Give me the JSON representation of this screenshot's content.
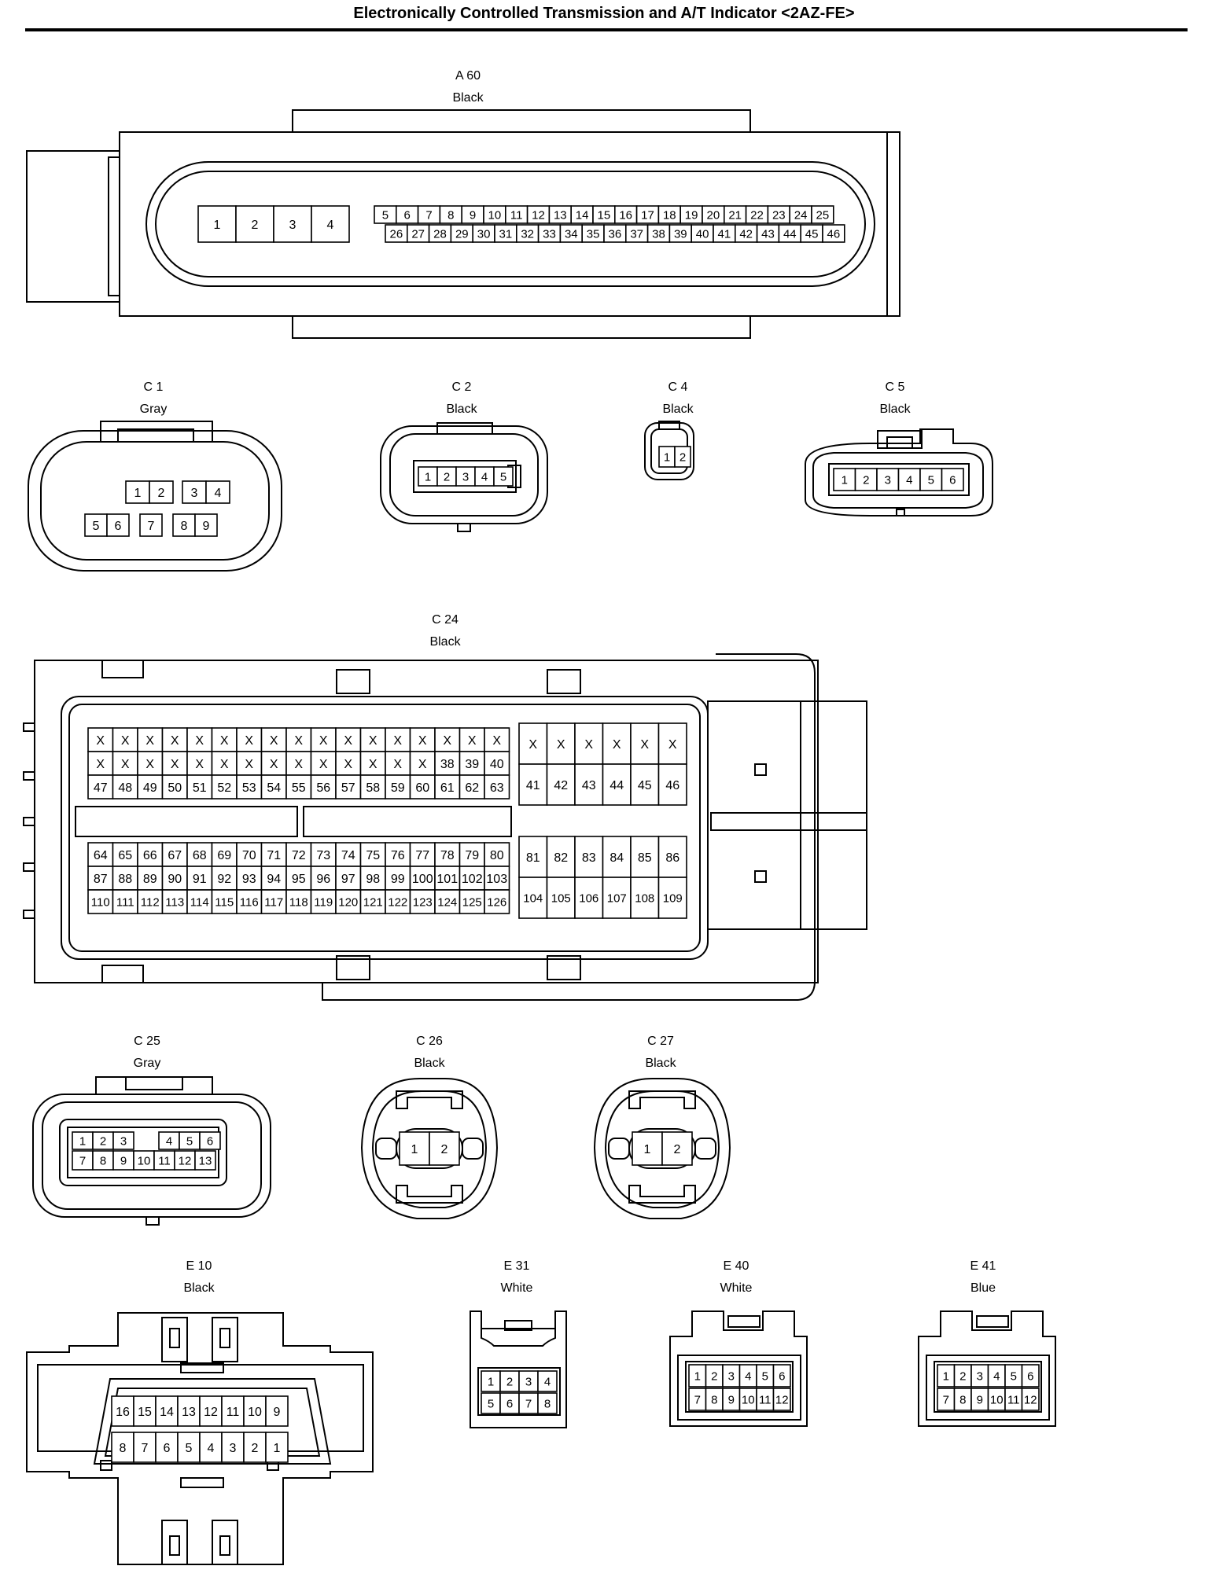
{
  "title": "Electronically Controlled Transmission and A/T Indicator <2AZ-FE>",
  "connectors": {
    "a60": {
      "id": "A 60",
      "color": "Black",
      "group1": [
        "1",
        "2",
        "3",
        "4"
      ],
      "row1": [
        "5",
        "6",
        "7",
        "8",
        "9",
        "10",
        "11",
        "12",
        "13",
        "14",
        "15",
        "16",
        "17",
        "18",
        "19",
        "20",
        "21",
        "22",
        "23",
        "24",
        "25"
      ],
      "row2": [
        "26",
        "27",
        "28",
        "29",
        "30",
        "31",
        "32",
        "33",
        "34",
        "35",
        "36",
        "37",
        "38",
        "39",
        "40",
        "41",
        "42",
        "43",
        "44",
        "45",
        "46"
      ]
    },
    "c1": {
      "id": "C 1",
      "color": "Gray",
      "top": [
        "1",
        "2",
        "3",
        "4"
      ],
      "bottom": [
        "5",
        "6",
        "7",
        "8",
        "9"
      ]
    },
    "c2": {
      "id": "C 2",
      "color": "Black",
      "pins": [
        "1",
        "2",
        "3",
        "4",
        "5"
      ]
    },
    "c4": {
      "id": "C 4",
      "color": "Black",
      "pins": [
        "1",
        "2"
      ]
    },
    "c5": {
      "id": "C 5",
      "color": "Black",
      "pins": [
        "1",
        "2",
        "3",
        "4",
        "5",
        "6"
      ]
    },
    "c24": {
      "id": "C 24",
      "color": "Black",
      "r1": [
        "X",
        "X",
        "X",
        "X",
        "X",
        "X",
        "X",
        "X",
        "X",
        "X",
        "X",
        "X",
        "X",
        "X",
        "X",
        "X",
        "X"
      ],
      "r2": [
        "X",
        "X",
        "X",
        "X",
        "X",
        "X",
        "X",
        "X",
        "X",
        "X",
        "X",
        "X",
        "X",
        "X",
        "38",
        "39",
        "40"
      ],
      "r3": [
        "47",
        "48",
        "49",
        "50",
        "51",
        "52",
        "53",
        "54",
        "55",
        "56",
        "57",
        "58",
        "59",
        "60",
        "61",
        "62",
        "63"
      ],
      "r4": [
        "64",
        "65",
        "66",
        "67",
        "68",
        "69",
        "70",
        "71",
        "72",
        "73",
        "74",
        "75",
        "76",
        "77",
        "78",
        "79",
        "80"
      ],
      "r5": [
        "87",
        "88",
        "89",
        "90",
        "91",
        "92",
        "93",
        "94",
        "95",
        "96",
        "97",
        "98",
        "99",
        "100",
        "101",
        "102",
        "103"
      ],
      "r6": [
        "110",
        "111",
        "112",
        "113",
        "114",
        "115",
        "116",
        "117",
        "118",
        "119",
        "120",
        "121",
        "122",
        "123",
        "124",
        "125",
        "126"
      ],
      "rA1": [
        "X",
        "X",
        "X",
        "X",
        "X",
        "X"
      ],
      "rA2": [
        "41",
        "42",
        "43",
        "44",
        "45",
        "46"
      ],
      "rB1": [
        "81",
        "82",
        "83",
        "84",
        "85",
        "86"
      ],
      "rB2": [
        "104",
        "105",
        "106",
        "107",
        "108",
        "109"
      ]
    },
    "c25": {
      "id": "C 25",
      "color": "Gray",
      "top": [
        "1",
        "2",
        "3",
        "4",
        "5",
        "6"
      ],
      "bottom": [
        "7",
        "8",
        "9",
        "10",
        "11",
        "12",
        "13"
      ]
    },
    "c26": {
      "id": "C 26",
      "color": "Black",
      "pins": [
        "1",
        "2"
      ]
    },
    "c27": {
      "id": "C 27",
      "color": "Black",
      "pins": [
        "1",
        "2"
      ]
    },
    "e10": {
      "id": "E 10",
      "color": "Black",
      "top": [
        "16",
        "15",
        "14",
        "13",
        "12",
        "11",
        "10",
        "9"
      ],
      "bottom": [
        "8",
        "7",
        "6",
        "5",
        "4",
        "3",
        "2",
        "1"
      ]
    },
    "e31": {
      "id": "E 31",
      "color": "White",
      "top": [
        "1",
        "2",
        "3",
        "4"
      ],
      "bottom": [
        "5",
        "6",
        "7",
        "8"
      ]
    },
    "e40": {
      "id": "E 40",
      "color": "White",
      "top": [
        "1",
        "2",
        "3",
        "4",
        "5",
        "6"
      ],
      "bottom": [
        "7",
        "8",
        "9",
        "10",
        "11",
        "12"
      ]
    },
    "e41": {
      "id": "E 41",
      "color": "Blue",
      "top": [
        "1",
        "2",
        "3",
        "4",
        "5",
        "6"
      ],
      "bottom": [
        "7",
        "8",
        "9",
        "10",
        "11",
        "12"
      ]
    }
  }
}
